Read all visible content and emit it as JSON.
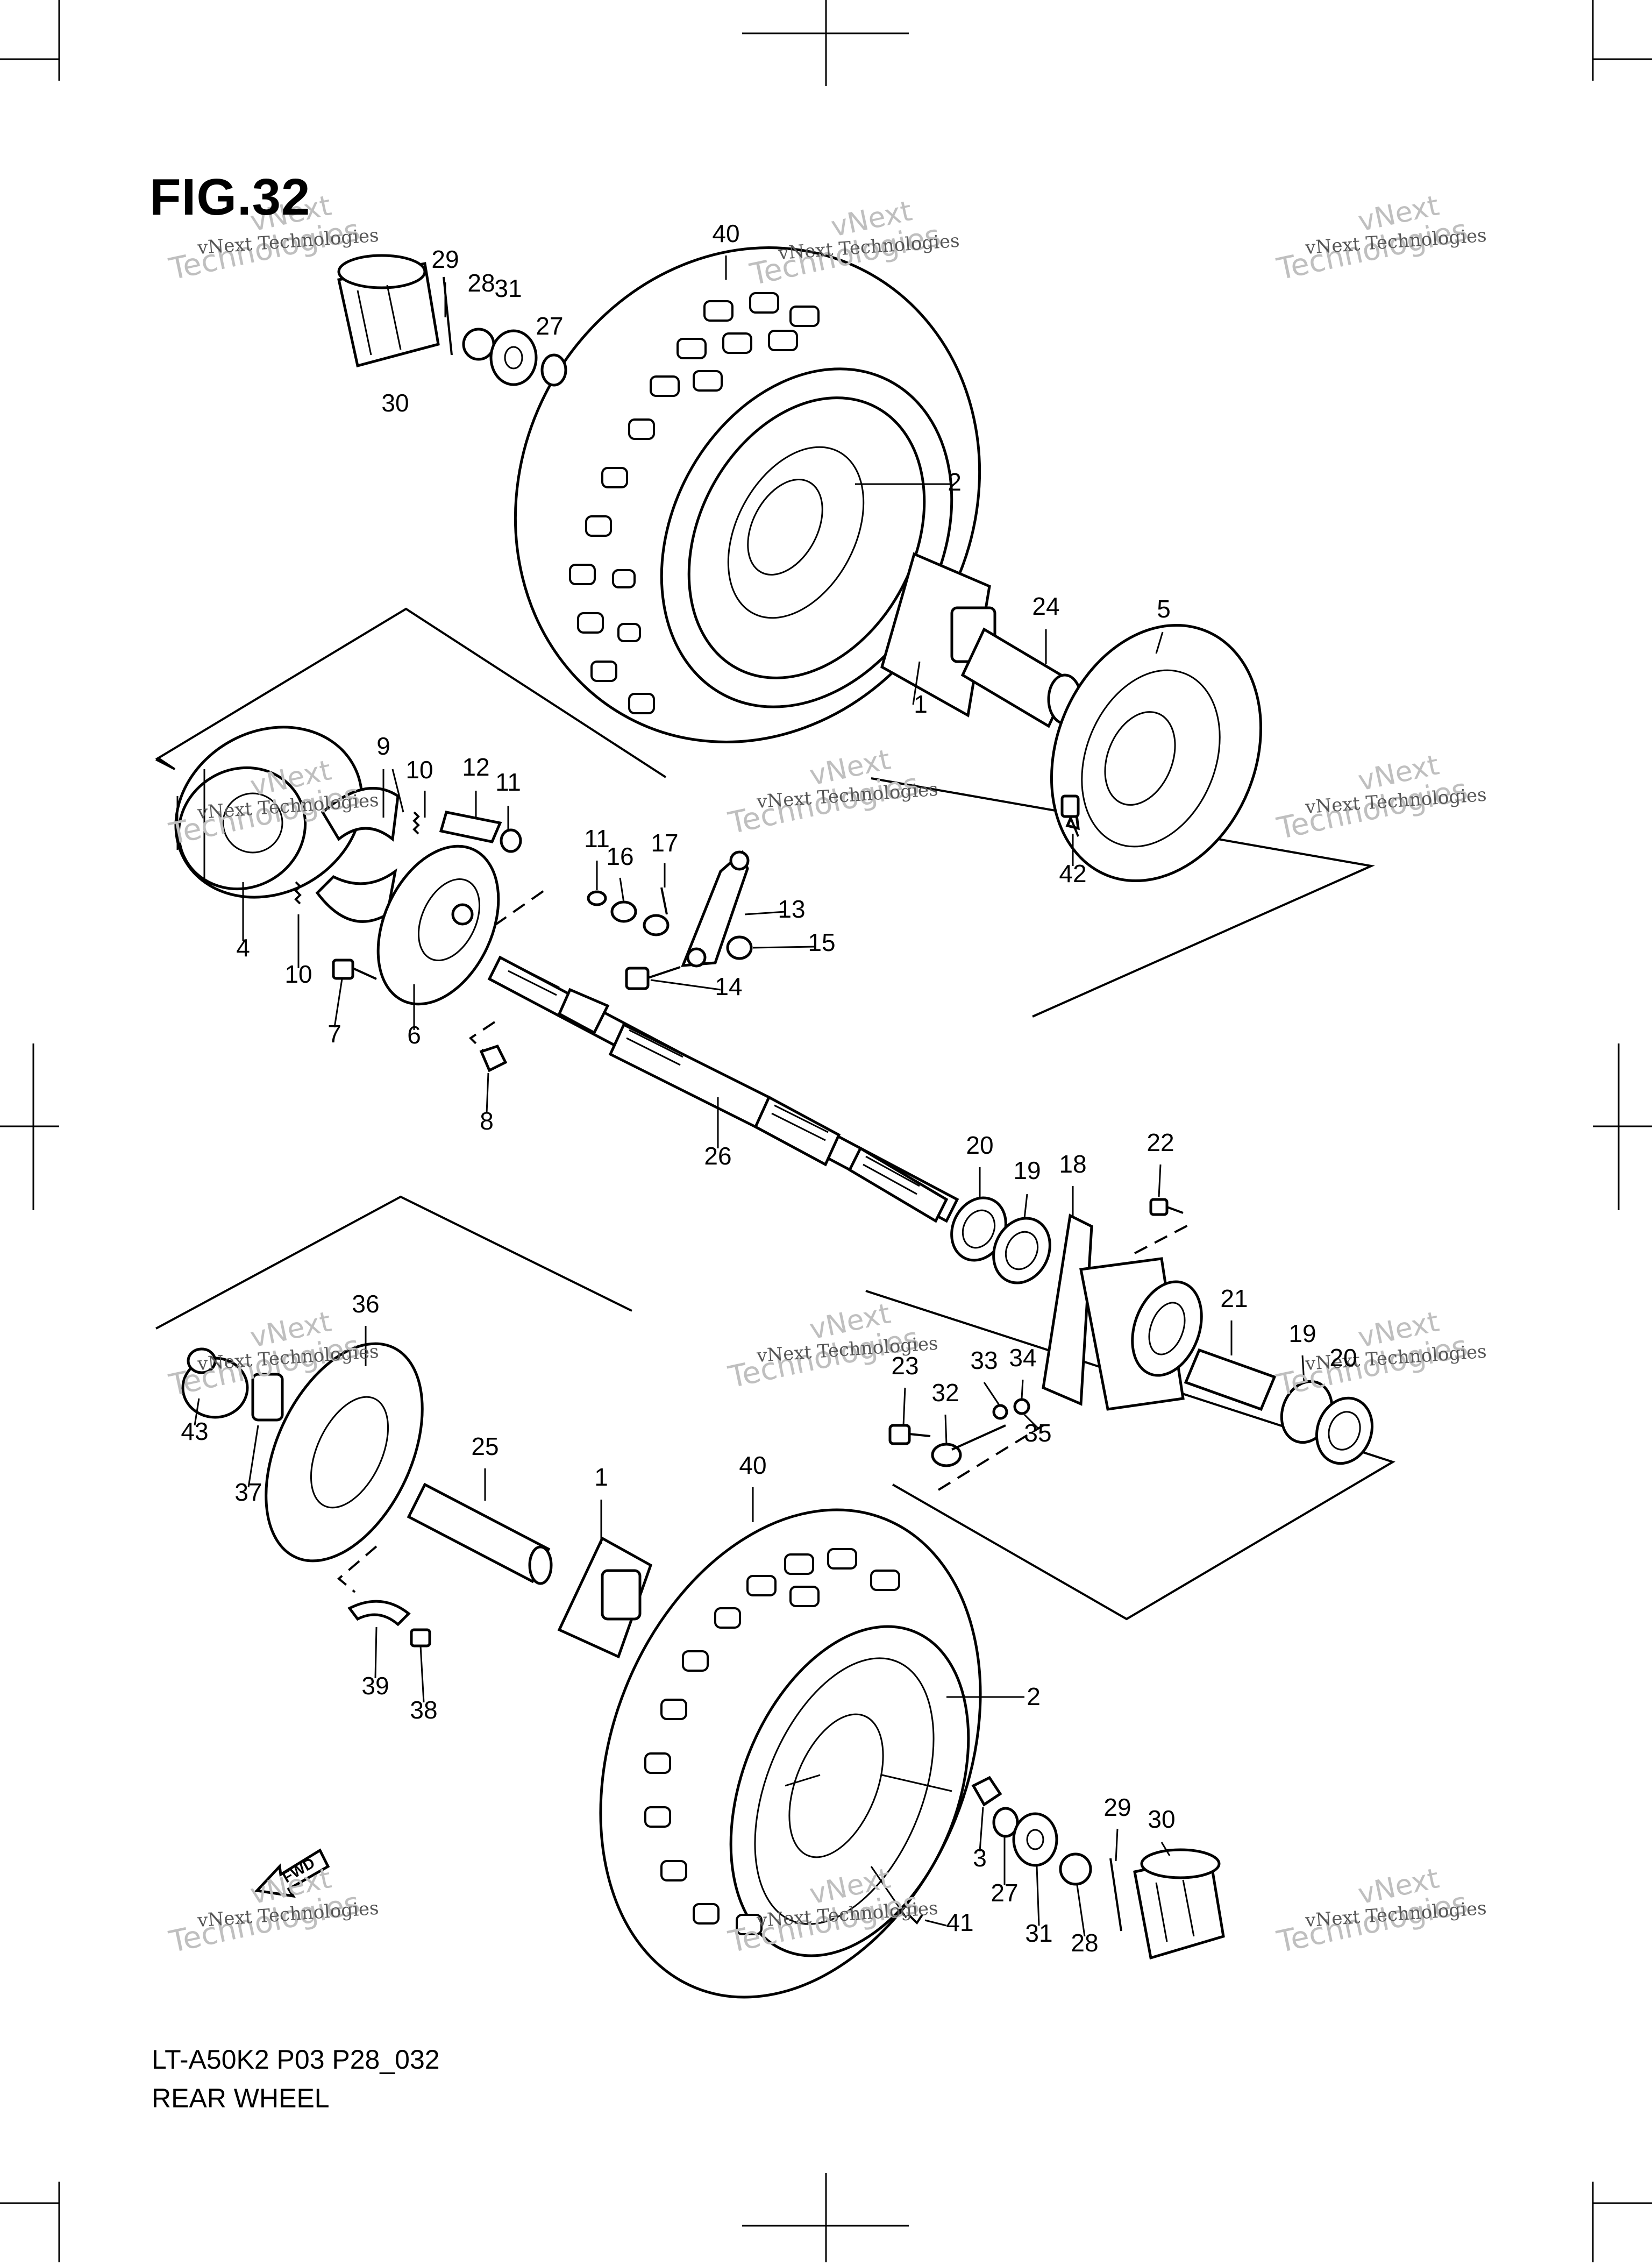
{
  "figure": {
    "title": "FIG.32"
  },
  "footer": {
    "code": "LT-A50K2 P03 P28_032",
    "name": "REAR WHEEL"
  },
  "fwd_label": "FWD",
  "watermark": {
    "line1": "vNext Technologies",
    "line2": "vNext",
    "line3": "Technologies"
  },
  "callouts": [
    "40",
    "29",
    "28",
    "31",
    "27",
    "30",
    "2",
    "1",
    "24",
    "5",
    "42",
    "9",
    "10",
    "12",
    "11",
    "11",
    "16",
    "17",
    "13",
    "15",
    "4",
    "10",
    "7",
    "6",
    "14",
    "8",
    "26",
    "20",
    "19",
    "18",
    "22",
    "36",
    "21",
    "19",
    "20",
    "23",
    "33",
    "34",
    "32",
    "35",
    "43",
    "37",
    "25",
    "1",
    "40",
    "39",
    "38",
    "2",
    "3",
    "27",
    "31",
    "29",
    "30",
    "28",
    "41"
  ]
}
